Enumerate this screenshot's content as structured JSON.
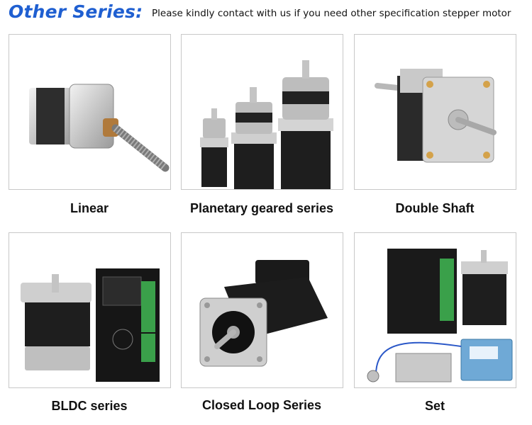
{
  "header": {
    "title": "Other Series:",
    "subtitle": "Please kindly contact with us if you need other specification stepper motor"
  },
  "products": [
    {
      "label": "Linear"
    },
    {
      "label": "Planetary geared series"
    },
    {
      "label": "Double Shaft"
    },
    {
      "label": "BLDC series"
    },
    {
      "label": "Closed Loop Series"
    },
    {
      "label": "Set"
    }
  ]
}
